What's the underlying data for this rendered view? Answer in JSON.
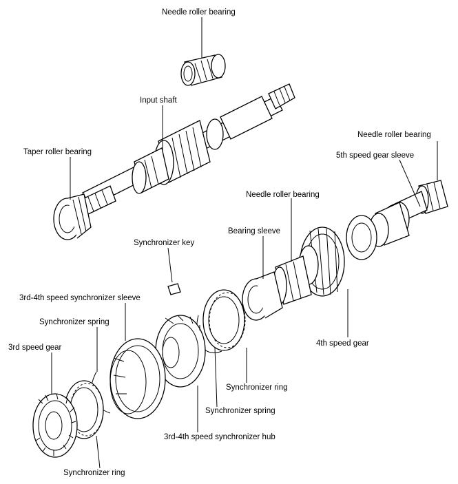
{
  "labels": {
    "needle_bearing_top": "Needle roller bearing",
    "input_shaft": "Input shaft",
    "taper_roller_bearing": "Taper roller bearing",
    "needle_bearing_right": "Needle roller bearing",
    "fifth_gear_sleeve": "5th speed gear sleeve",
    "needle_bearing_mid": "Needle roller bearing",
    "bearing_sleeve": "Bearing sleeve",
    "synchronizer_key": "Synchronizer key",
    "sync_sleeve_34": "3rd-4th speed synchronizer sleeve",
    "synchronizer_spring_left": "Synchronizer spring",
    "third_speed_gear": "3rd speed gear",
    "fourth_speed_gear": "4th speed gear",
    "synchronizer_ring_right": "Synchronizer ring",
    "synchronizer_spring_right": "Synchronizer spring",
    "sync_hub_34": "3rd-4th speed synchronizer hub",
    "synchronizer_ring_bottom": "Synchronizer ring"
  }
}
